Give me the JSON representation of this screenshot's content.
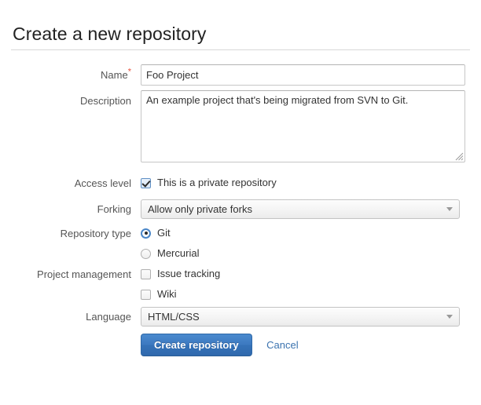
{
  "header": {
    "title": "Create a new repository"
  },
  "form": {
    "name": {
      "label": "Name",
      "required_marker": "*",
      "value": "Foo Project",
      "placeholder": ""
    },
    "description": {
      "label": "Description",
      "value": "An example project that's being migrated from SVN to Git.",
      "placeholder": ""
    },
    "access_level": {
      "label": "Access level",
      "checkbox_label": "This is a private repository",
      "checked": true
    },
    "forking": {
      "label": "Forking",
      "selected": "Allow only private forks"
    },
    "repository_type": {
      "label": "Repository type",
      "options": [
        {
          "label": "Git",
          "selected": true
        },
        {
          "label": "Mercurial",
          "selected": false
        }
      ]
    },
    "project_management": {
      "label": "Project management",
      "options": [
        {
          "label": "Issue tracking",
          "checked": false
        },
        {
          "label": "Wiki",
          "checked": false
        }
      ]
    },
    "language": {
      "label": "Language",
      "selected": "HTML/CSS"
    }
  },
  "actions": {
    "submit_label": "Create repository",
    "cancel_label": "Cancel"
  },
  "colors": {
    "primary_button": "#3c79c0",
    "link": "#3b73af",
    "required_marker": "#e8503a",
    "label_text": "#555555"
  }
}
